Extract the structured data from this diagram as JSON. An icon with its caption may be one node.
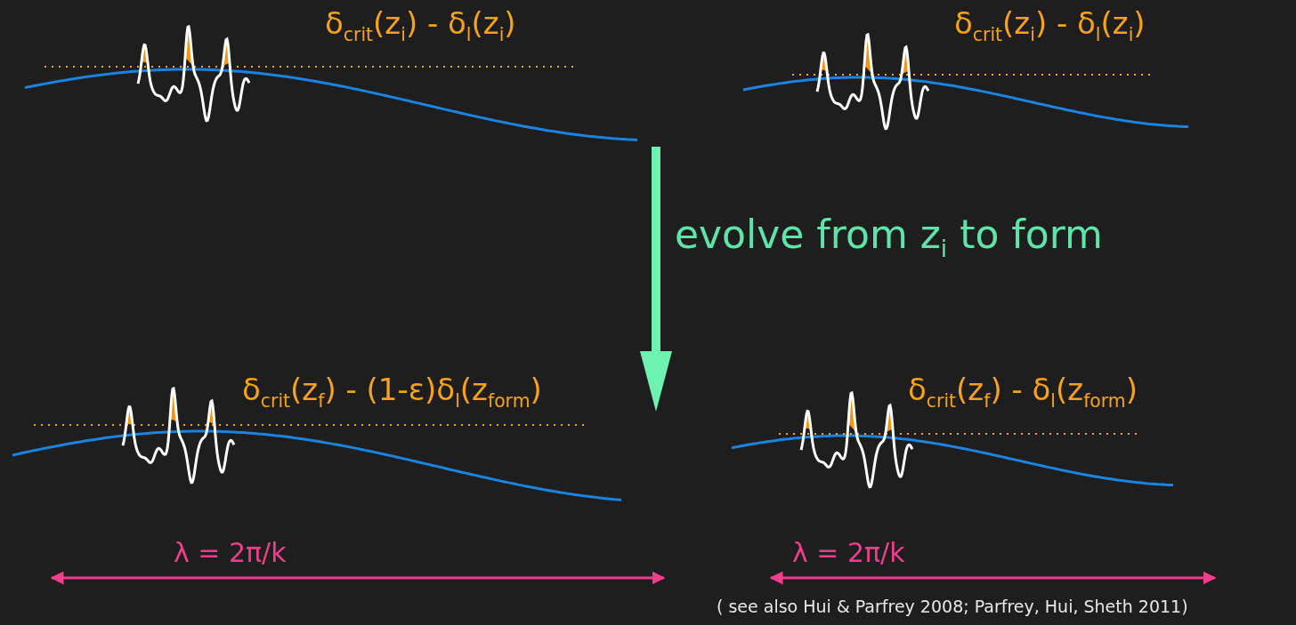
{
  "diagram": {
    "labels": [
      "δ$_{crit}$(z$_{i}$) - δ$_{l}$(z$_{i}$)",
      "δ$_{crit}$(z$_{i}$) - δ$_{l}$(z$_{i}$)",
      "evolve from z$_{i}$ to form",
      "δ$_{crit}$(z$_{f}$) - (1-ε)δ$_{l}$(z$_{form}$)",
      "δ$_{crit}$(z$_{f}$) - δ$_{l}$(z$_{form}$)",
      "λ = 2π/k",
      "λ = 2π/k",
      "( see also Hui & Parfrey 2008; Parfrey, Hui, Sheth 2011)"
    ]
  }
}
